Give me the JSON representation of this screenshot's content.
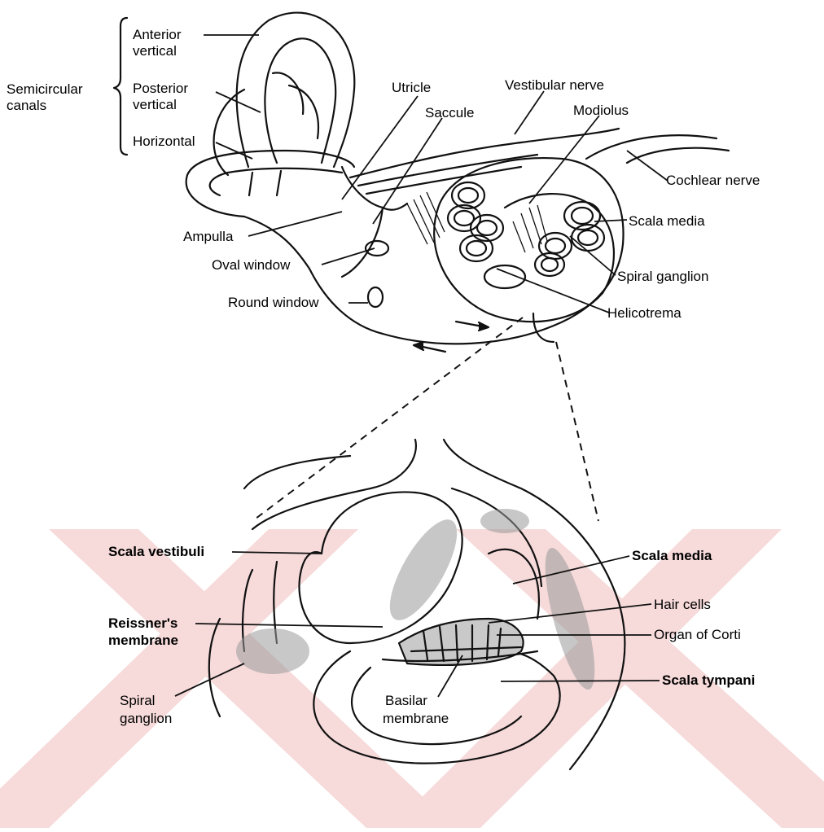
{
  "title": "",
  "colors": {
    "watermark": "#f7dada",
    "line": "#111111",
    "stipple": "#9a9a9a"
  },
  "labels": {
    "semicircular_canals_1": "Semicircular",
    "semicircular_canals_2": "canals",
    "anterior_1": "Anterior",
    "anterior_2": "vertical",
    "posterior_1": "Posterior",
    "posterior_2": "vertical",
    "horizontal": "Horizontal",
    "utricle": "Utricle",
    "saccule": "Saccule",
    "vestibular_nerve": "Vestibular nerve",
    "modiolus": "Modiolus",
    "cochlear_nerve": "Cochlear nerve",
    "scala_media_top": "Scala media",
    "spiral_ganglion_top": "Spiral ganglion",
    "helicotrema": "Helicotrema",
    "ampulla": "Ampulla",
    "oval_window": "Oval window",
    "round_window": "Round window",
    "scala_vestibuli": "Scala vestibuli",
    "scala_media_bottom": "Scala media",
    "hair_cells": "Hair cells",
    "organ_of_corti": "Organ of Corti",
    "reissners_1": "Reissner's",
    "reissners_2": "membrane",
    "scala_tympani": "Scala tympani",
    "spiral_ganglion_bottom_1": "Spiral",
    "spiral_ganglion_bottom_2": "ganglion",
    "basilar_1": "Basilar",
    "basilar_2": "membrane"
  }
}
